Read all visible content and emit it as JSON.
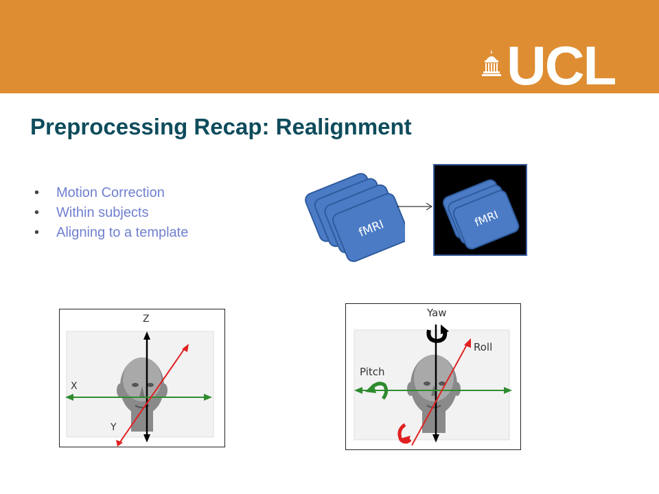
{
  "header": {
    "logo_text": "UCL"
  },
  "slide": {
    "title": "Preprocessing Recap: Realignment",
    "bullets": [
      "Motion Correction",
      "Within subjects",
      "Aligning to a template"
    ],
    "bullet_marker": "•"
  },
  "diagram": {
    "left_stack_label": "fMRI",
    "right_stack_label": "fMRI"
  },
  "figure_axes": {
    "z": "Z",
    "x": "X",
    "y": "Y"
  },
  "figure_rotation": {
    "yaw": "Yaw",
    "roll": "Roll",
    "pitch": "Pitch"
  },
  "colors": {
    "banner": "#de8d33",
    "title": "#0e4c5c",
    "bullet_text": "#6f7fd0",
    "card_fill": "#4a7bc4",
    "card_stroke": "#2f5b9e",
    "axis_red": "#e02020",
    "axis_green": "#2e8b2e"
  }
}
